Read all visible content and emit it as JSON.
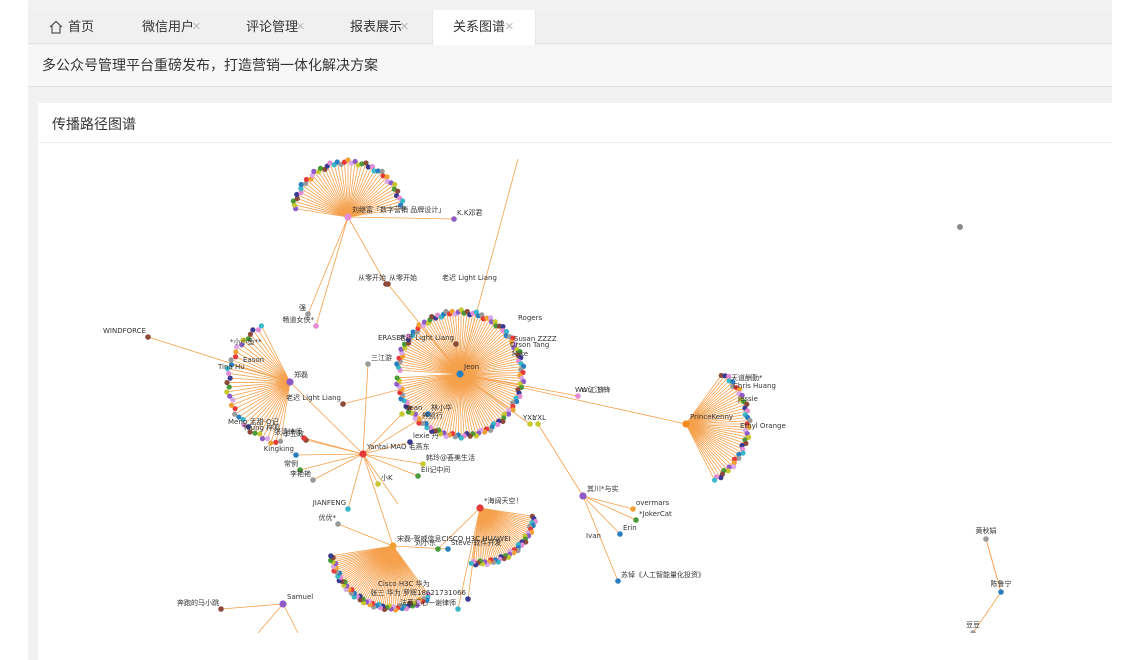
{
  "tabs": [
    {
      "label": "首页",
      "closable": false,
      "active": false
    },
    {
      "label": "微信用户",
      "closable": true,
      "active": false
    },
    {
      "label": "评论管理",
      "closable": true,
      "active": false
    },
    {
      "label": "报表展示",
      "closable": true,
      "active": false
    },
    {
      "label": "关系图谱",
      "closable": true,
      "active": true
    }
  ],
  "close_glyph": "×",
  "notice": "多公众号管理平台重磅发布，打造营销一体化解决方案",
  "panel": {
    "title": "传播路径图谱"
  },
  "colors": {
    "edge": "#f5a04b",
    "hub": "#f08a1e",
    "center": "#2a7fc0",
    "background": "#f2f2f2",
    "active_tab": "#ffffff"
  },
  "palette": [
    "#e63a3a",
    "#4a9a3a",
    "#2a7fc0",
    "#8e5ac8",
    "#e58ad4",
    "#f0a030",
    "#8b4a3a",
    "#9a9a9a",
    "#c8c830",
    "#3ab8c8",
    "#d8a8e8",
    "#3a3a90"
  ],
  "graph": {
    "hubs": [
      {
        "id": "jeon",
        "label": "Jeon",
        "children": 130,
        "color": "#2a7fc0"
      },
      {
        "id": "yantai",
        "label": "Yantai MAO 毛燕东",
        "children": 0,
        "color": "#e63a3a"
      },
      {
        "id": "zhengxi",
        "label": "郑磊",
        "children": 35,
        "color": "#8e5ac8"
      },
      {
        "id": "top",
        "label": "刘继富「数字营销 品牌设计」",
        "children": 45,
        "color": "#e58ad4"
      },
      {
        "id": "song",
        "label": "宋磊-贺威信息CISCO H3C HUAWEI",
        "children": 60,
        "color": "#f0a030"
      },
      {
        "id": "prince",
        "label": "PrinceKenny",
        "children": 40,
        "color": "#f08a1e"
      },
      {
        "id": "fanhai",
        "label": "*海阔天空！",
        "children": 40,
        "color": "#e63a3a"
      },
      {
        "id": "qichuan",
        "label": "其川*与实",
        "children": 0,
        "color": "#8e5ac8"
      },
      {
        "id": "samuel",
        "label": "Samuel",
        "children": 0,
        "color": "#8e5ac8"
      }
    ],
    "nodes": [
      {
        "label": "K.K邓君",
        "color": "#8e5ac8"
      },
      {
        "label": "从零开始",
        "color": "#8b4a3a"
      },
      {
        "label": "老迟 Light Liang",
        "color": "#8b4a3a"
      },
      {
        "label": "畅道女侠*",
        "color": "#e58ad4"
      },
      {
        "label": "强",
        "color": "#9a9a9a"
      },
      {
        "label": "WINDFORCE",
        "color": "#8b4a3a"
      },
      {
        "label": "三江游",
        "color": "#9a9a9a"
      },
      {
        "label": "ERASER",
        "color": "#4a9a3a"
      },
      {
        "label": "Wu 江 锋",
        "color": "#e58ad4"
      },
      {
        "label": "Jessie",
        "color": "#4a9a3a"
      },
      {
        "label": "Chris Huang",
        "color": "#e63a3a"
      },
      {
        "label": "天道酬勤*",
        "color": "#f0a030"
      },
      {
        "label": "Ethyl Orange",
        "color": "#4a9a3a"
      },
      {
        "label": "YXL",
        "color": "#c8c830"
      },
      {
        "label": "张生清 Kiki",
        "color": "#f0a030"
      },
      {
        "label": "huangke",
        "color": "#9a9a9a"
      },
      {
        "label": "季立政",
        "color": "#8b4a3a"
      },
      {
        "label": "张清律师",
        "color": "#e63a3a"
      },
      {
        "label": "Kingking",
        "color": "#2a7fc0"
      },
      {
        "label": "常例",
        "color": "#4a9a3a"
      },
      {
        "label": "李艳艳",
        "color": "#9a9a9a"
      },
      {
        "label": "JIANFENG",
        "color": "#3ab8c8"
      },
      {
        "label": "小K",
        "color": "#c8c830"
      },
      {
        "label": "lexie 丹",
        "color": "#3a3a90"
      },
      {
        "label": "林小华",
        "color": "#2a7fc0"
      },
      {
        "label": "韩玲@荟美生活",
        "color": "#c8c830"
      },
      {
        "label": "Eli记中间",
        "color": "#4a9a3a"
      },
      {
        "label": "Steve-软件开发",
        "color": "#2a7fc0"
      },
      {
        "label": "刘小东",
        "color": "#4a9a3a"
      },
      {
        "label": "张三 华为 罗辉18621731066",
        "color": "#3a3a90"
      },
      {
        "label": "法著汇心一谢律师",
        "color": "#3ab8c8"
      },
      {
        "label": "overmars",
        "color": "#f0a030"
      },
      {
        "label": "*JokerCat",
        "color": "#4a9a3a"
      },
      {
        "label": "Erin",
        "color": "#2a7fc0"
      },
      {
        "label": "苏倬《人工智能量化投资》",
        "color": "#2a7fc0"
      },
      {
        "label": "黄秋娟",
        "color": "#9a9a9a"
      },
      {
        "label": "陈鲁宁",
        "color": "#2a7fc0"
      },
      {
        "label": "豆豆",
        "color": "#9a9a9a"
      },
      {
        "label": "奔跑的马小跳",
        "color": "#8b4a3a"
      },
      {
        "label": "优优*",
        "color": "#9a9a9a"
      },
      {
        "label": "Orson Tang",
        "color": "#2a7fc0"
      },
      {
        "label": "Mike",
        "color": "#4a9a3a"
      },
      {
        "label": "Rogers",
        "color": "#f0a030"
      },
      {
        "label": "Susan ZZZZ",
        "color": "#e63a3a"
      },
      {
        "label": "Eason",
        "color": "#2a7fc0"
      },
      {
        "label": "*小小鱼**",
        "color": "#f0a030"
      },
      {
        "label": "Tina Hu",
        "color": "#e58ad4"
      },
      {
        "label": "Meng 孟甜-O记",
        "color": "#8e5ac8"
      },
      {
        "label": "Young 梓鸣",
        "color": "#3ab8c8"
      },
      {
        "label": "Ivan",
        "color": "#2a7fc0"
      },
      {
        "label": "Cisco H3C 华为",
        "color": "#3a3a90"
      },
      {
        "label": "Sean",
        "color": "#c8c830"
      },
      {
        "label": "熊凯行",
        "color": "#8e5ac8"
      }
    ]
  }
}
